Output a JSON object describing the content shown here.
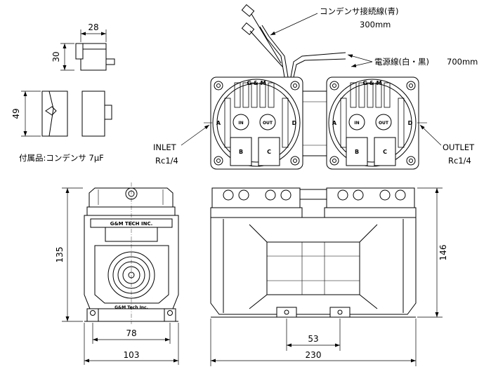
{
  "labels": {
    "cap_wire": "コンデンサ接続線(青)",
    "cap_wire_len": "300mm",
    "power_wire": "電源線(白・黒)",
    "power_wire_len": "700mm",
    "inlet": "INLET",
    "inlet_thread": "Rc1/4",
    "outlet": "OUTLET",
    "outlet_thread": "Rc1/4",
    "accessory": "付属品:コンデンサ 7μF",
    "brand_top": "G & M",
    "brand_body": "G&M TECH INC.",
    "brand_fan": "G&M Tech Inc.",
    "port_a": "A",
    "port_b": "B",
    "port_c": "C",
    "port_d": "D",
    "port_in": "IN",
    "port_out": "OUT"
  },
  "dimensions": {
    "cap_width": "28",
    "cap_height": "30",
    "cap_side": "49",
    "height_front": "135",
    "width_feet": "78",
    "width_front": "103",
    "height_side": "146",
    "mount_spacing": "53",
    "width_side": "230"
  }
}
